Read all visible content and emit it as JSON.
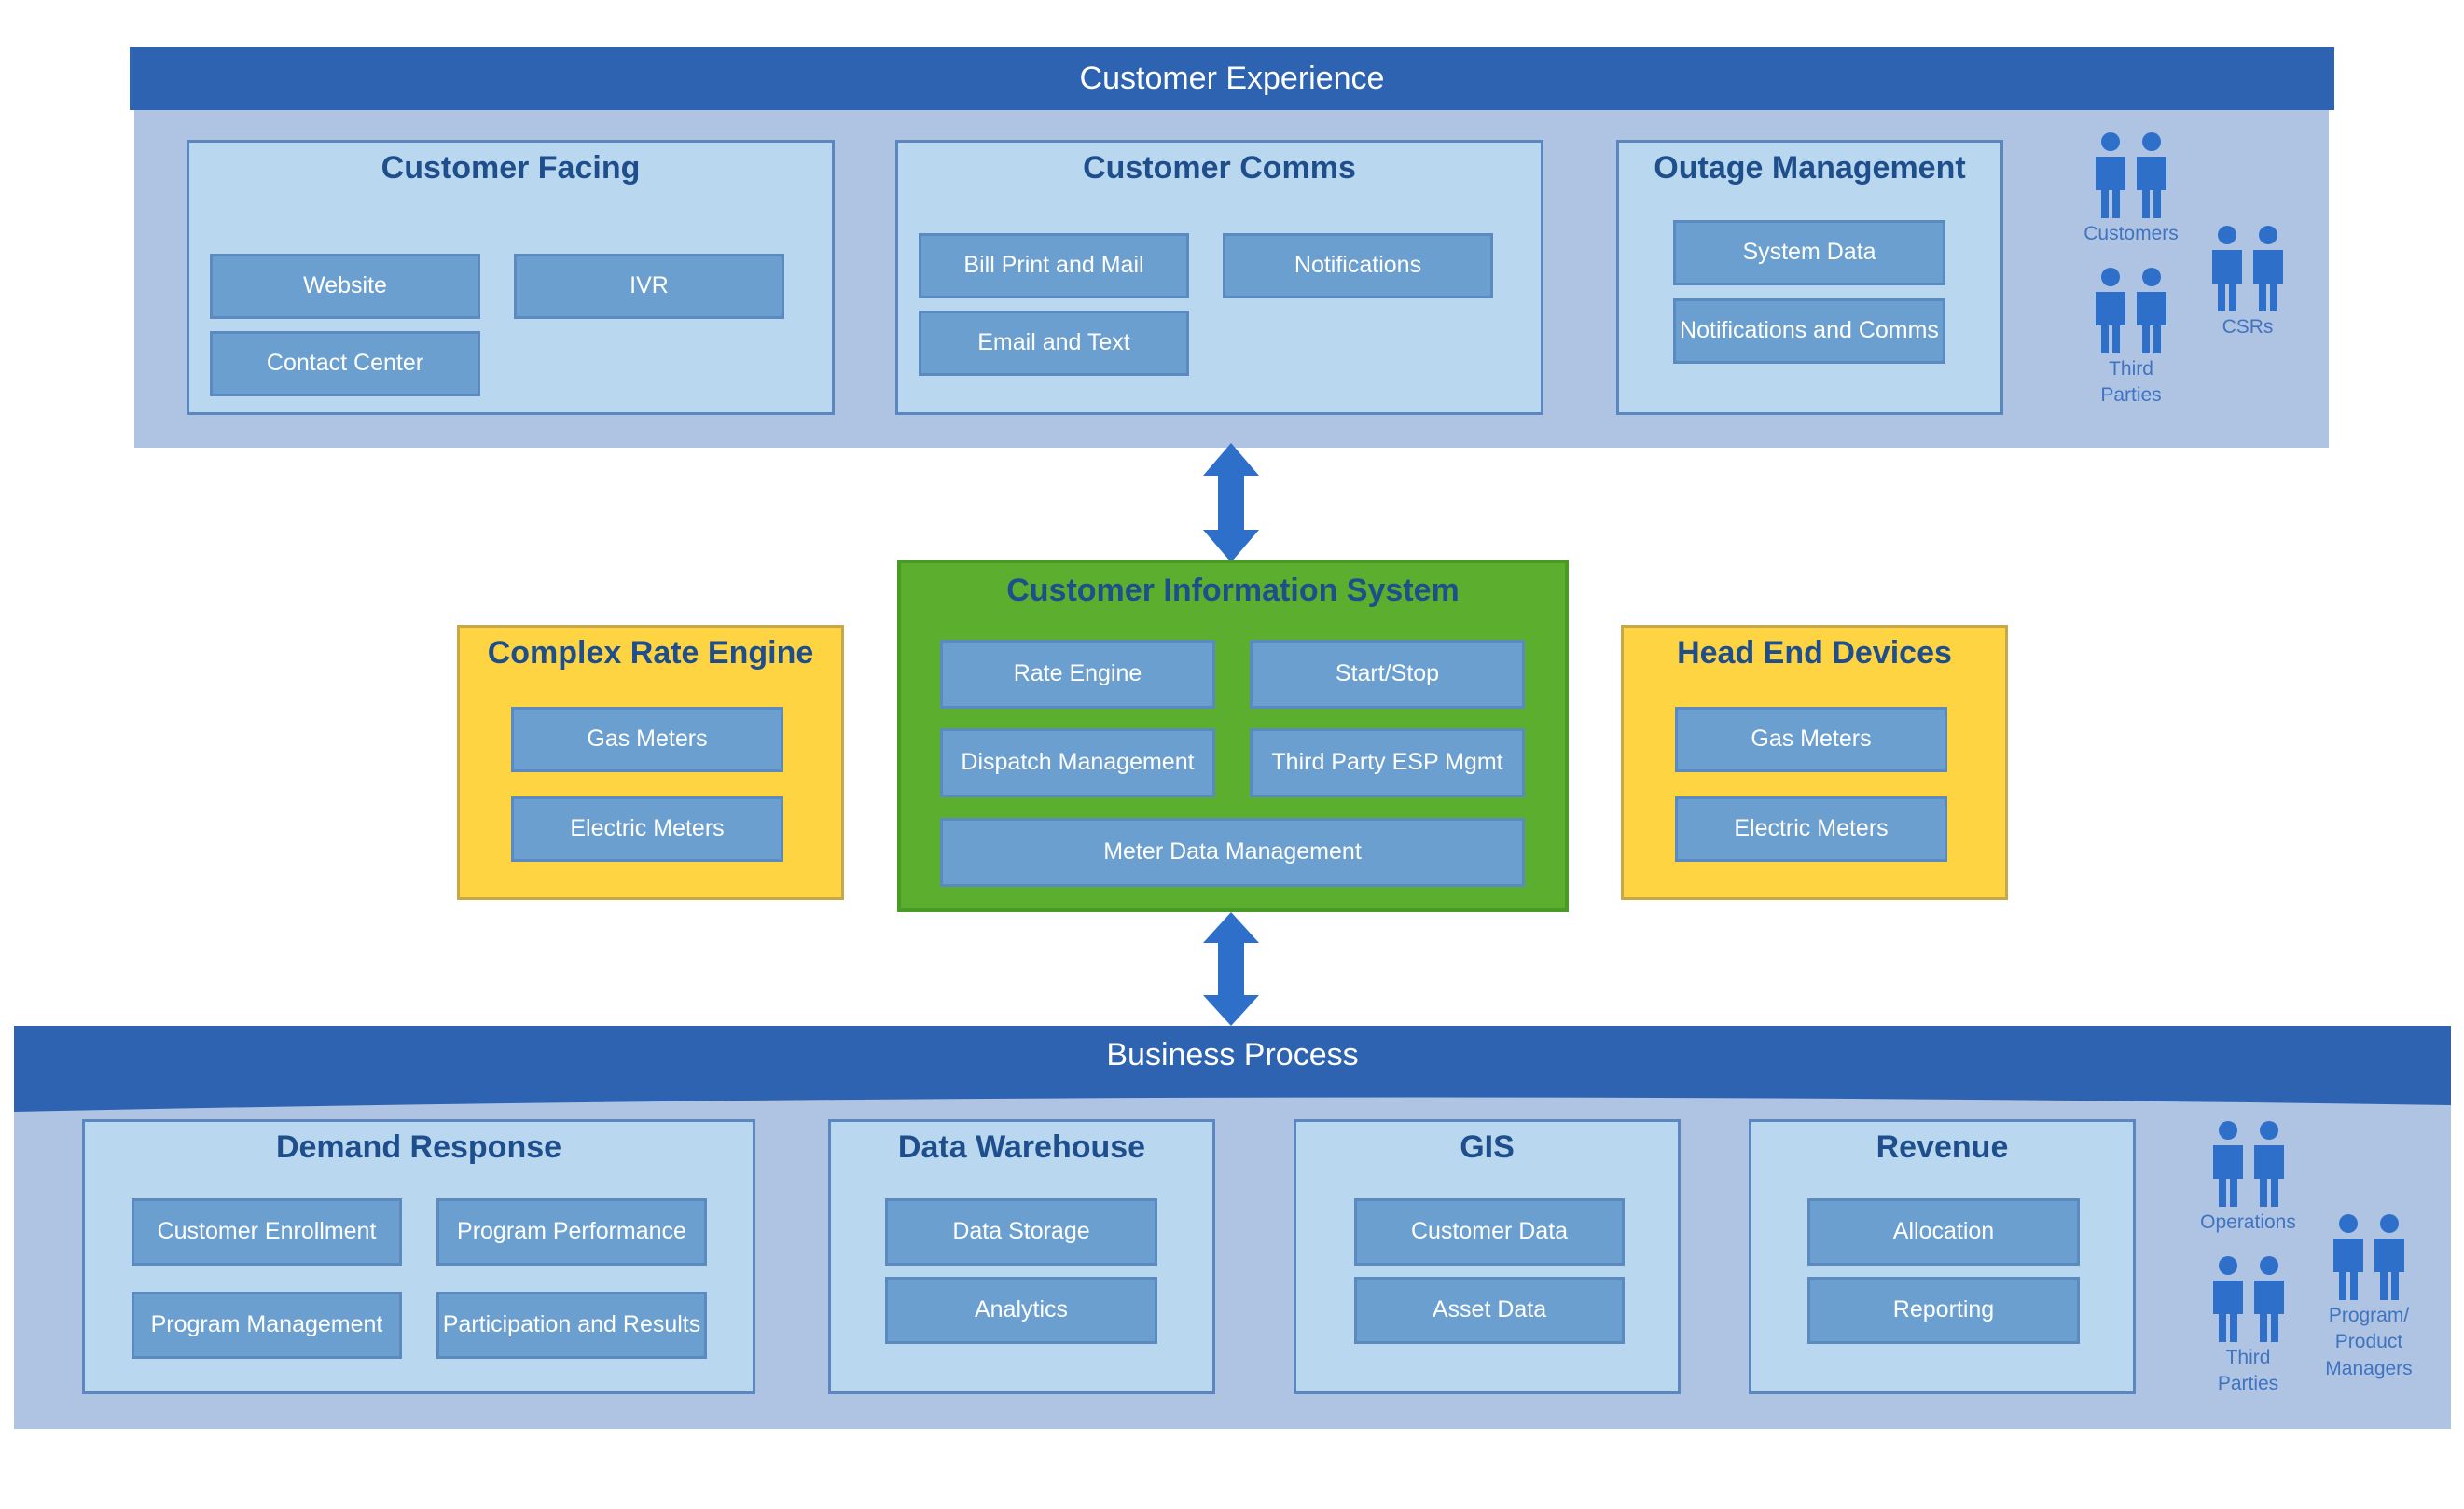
{
  "colors": {
    "band_title": "#2e63b2",
    "band_body": "#afc3e3",
    "group_fill": "#b9d8ef",
    "item_fill": "#6b9fd0",
    "cis_fill": "#5bae2e",
    "side_fill": "#fed443",
    "arrow": "#2e6fc9",
    "title_text": "#1f4e8c"
  },
  "customer_experience": {
    "title": "Customer Experience",
    "customer_facing": {
      "title": "Customer Facing",
      "items": [
        "Website",
        "IVR",
        "Contact Center"
      ]
    },
    "customer_comms": {
      "title": "Customer Comms",
      "items": [
        "Bill Print and Mail",
        "Notifications",
        "Email and Text"
      ]
    },
    "outage_management": {
      "title": "Outage Management",
      "items": [
        "System Data",
        "Notifications and Comms"
      ]
    },
    "actors": [
      "Customers",
      "Third\nParties",
      "CSRs"
    ]
  },
  "cis": {
    "title": "Customer Information System",
    "items": [
      "Rate Engine",
      "Start/Stop",
      "Dispatch Management",
      "Third Party ESP Mgmt",
      "Meter Data Management"
    ]
  },
  "complex_rate_engine": {
    "title": "Complex Rate Engine",
    "items": [
      "Gas Meters",
      "Electric Meters"
    ]
  },
  "head_end_devices": {
    "title": "Head End Devices",
    "items": [
      "Gas Meters",
      "Electric Meters"
    ]
  },
  "business_process": {
    "title": "Business Process",
    "demand_response": {
      "title": "Demand Response",
      "items": [
        "Customer Enrollment",
        "Program Performance",
        "Program Management",
        "Participation and Results"
      ]
    },
    "data_warehouse": {
      "title": "Data Warehouse",
      "items": [
        "Data Storage",
        "Analytics"
      ]
    },
    "gis": {
      "title": "GIS",
      "items": [
        "Customer Data",
        "Asset Data"
      ]
    },
    "revenue": {
      "title": "Revenue",
      "items": [
        "Allocation",
        "Reporting"
      ]
    },
    "actors": [
      "Operations",
      "Third\nParties",
      "Program/\nProduct\nManagers"
    ]
  }
}
